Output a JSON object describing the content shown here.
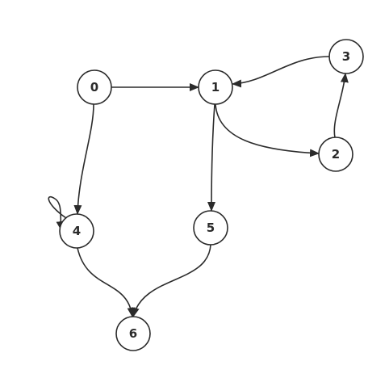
{
  "diagram": {
    "type": "directed-graph",
    "nodes": [
      {
        "id": "0",
        "label": "0"
      },
      {
        "id": "1",
        "label": "1"
      },
      {
        "id": "2",
        "label": "2"
      },
      {
        "id": "3",
        "label": "3"
      },
      {
        "id": "4",
        "label": "4"
      },
      {
        "id": "5",
        "label": "5"
      },
      {
        "id": "6",
        "label": "6"
      }
    ],
    "edges": [
      {
        "from": "0",
        "to": "1"
      },
      {
        "from": "0",
        "to": "4"
      },
      {
        "from": "1",
        "to": "2"
      },
      {
        "from": "1",
        "to": "5"
      },
      {
        "from": "2",
        "to": "3"
      },
      {
        "from": "3",
        "to": "1"
      },
      {
        "from": "4",
        "to": "4"
      },
      {
        "from": "4",
        "to": "6"
      },
      {
        "from": "5",
        "to": "6"
      }
    ],
    "colors": {
      "stroke": "#2b2b2b",
      "node_fill": "#ffffff",
      "background": "#ffffff"
    }
  }
}
